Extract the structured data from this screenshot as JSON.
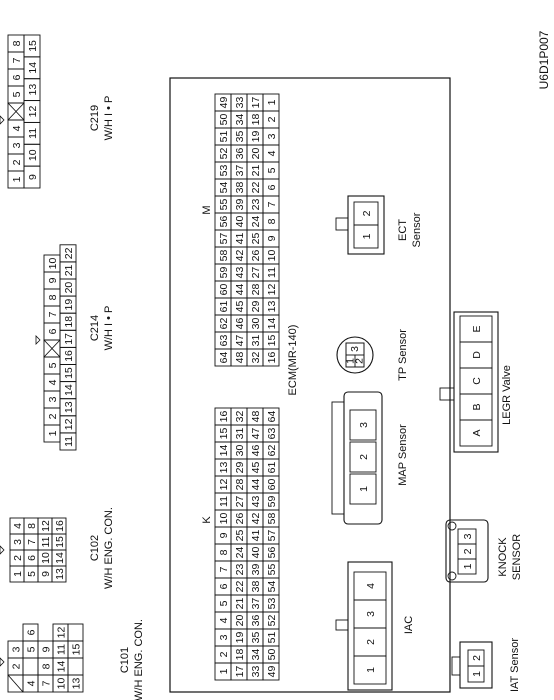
{
  "drawing_code": "U6D1P007",
  "ecm_label": "ECM(MR-140)",
  "connector_letters": {
    "k": "K",
    "m": "M"
  },
  "k_block": {
    "rows": [
      [
        "1",
        "2",
        "3",
        "4",
        "5",
        "6",
        "7",
        "8",
        "9",
        "10",
        "11",
        "12",
        "13",
        "14",
        "15",
        "16"
      ],
      [
        "17",
        "18",
        "19",
        "20",
        "21",
        "22",
        "23",
        "24",
        "25",
        "26",
        "27",
        "28",
        "29",
        "30",
        "31",
        "32"
      ],
      [
        "33",
        "34",
        "35",
        "36",
        "37",
        "38",
        "39",
        "40",
        "41",
        "42",
        "43",
        "44",
        "45",
        "46",
        "47",
        "48"
      ],
      [
        "49",
        "50",
        "51",
        "52",
        "53",
        "54",
        "55",
        "56",
        "57",
        "58",
        "59",
        "60",
        "61",
        "62",
        "63",
        "64"
      ]
    ]
  },
  "m_block": {
    "rows": [
      [
        "64",
        "63",
        "62",
        "61",
        "60",
        "59",
        "58",
        "57",
        "56",
        "55",
        "54",
        "53",
        "52",
        "51",
        "50",
        "49"
      ],
      [
        "48",
        "47",
        "46",
        "45",
        "44",
        "43",
        "42",
        "41",
        "40",
        "39",
        "38",
        "37",
        "36",
        "35",
        "34",
        "33"
      ],
      [
        "32",
        "31",
        "30",
        "29",
        "28",
        "27",
        "26",
        "25",
        "24",
        "23",
        "22",
        "21",
        "20",
        "19",
        "18",
        "17"
      ],
      [
        "16",
        "15",
        "14",
        "13",
        "12",
        "11",
        "10",
        "9",
        "8",
        "7",
        "6",
        "5",
        "4",
        "3",
        "2",
        "1"
      ]
    ]
  },
  "c101": {
    "name": "C101",
    "sub": "W/H ENG. CON.",
    "rows": [
      [
        "",
        "2",
        "3"
      ],
      [
        "4",
        "",
        "5",
        "6"
      ],
      [
        "7",
        "8",
        "9"
      ],
      [
        "10",
        "14",
        "11",
        "12"
      ],
      [
        "13",
        "",
        "15",
        ""
      ]
    ]
  },
  "c102": {
    "name": "C102",
    "sub": "W/H ENG. CON.",
    "rows": [
      [
        "1",
        "2",
        "3",
        "4"
      ],
      [
        "5",
        "6",
        "7",
        "8"
      ],
      [
        "9",
        "10",
        "11",
        "12"
      ],
      [
        "13",
        "14",
        "15",
        "16"
      ]
    ]
  },
  "c214": {
    "name": "C214",
    "sub": "W/H I • P",
    "rows": [
      [
        "1",
        "2",
        "3",
        "4",
        "5",
        "",
        "6",
        "7",
        "8",
        "9",
        "10"
      ],
      [
        "11",
        "12",
        "13",
        "14",
        "15",
        "16",
        "17",
        "18",
        "19",
        "20",
        "21",
        "22"
      ]
    ]
  },
  "c219": {
    "name": "C219",
    "sub": "W/H I • P",
    "rows": [
      [
        "1",
        "2",
        "3",
        "4",
        "",
        "5",
        "6",
        "7",
        "8"
      ],
      [
        "9",
        "10",
        "11",
        "12",
        "13",
        "14",
        "15"
      ]
    ]
  },
  "sensors": {
    "iac": {
      "label": "IAC",
      "pins": [
        "1",
        "2",
        "3",
        "4"
      ]
    },
    "iat": {
      "label": "IAT Sensor",
      "pins": [
        "1",
        "2"
      ]
    },
    "knock": {
      "label1": "KNOCK",
      "label2": "SENSOR",
      "pins": [
        "1",
        "2",
        "3"
      ]
    },
    "map": {
      "label": "MAP Sensor",
      "pins": [
        "1",
        "2",
        "3"
      ]
    },
    "tp": {
      "label": "TP Sensor",
      "pins": [
        "1",
        "2",
        "3"
      ]
    },
    "legr": {
      "label": "LEGR Valve",
      "pins": [
        "A",
        "B",
        "C",
        "D",
        "E"
      ]
    },
    "ect": {
      "label1": "ECT",
      "label2": "Sensor",
      "pins": [
        "1",
        "2"
      ]
    }
  }
}
